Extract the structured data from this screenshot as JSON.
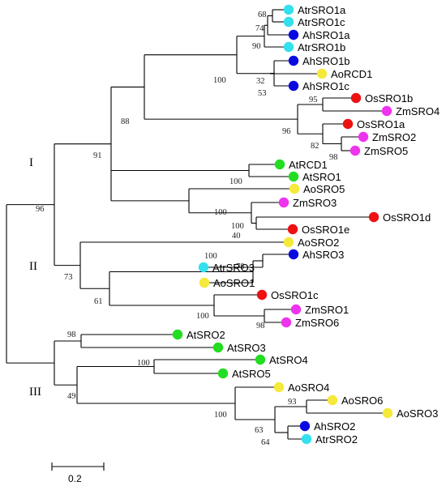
{
  "colors": {
    "At": "#22dd22",
    "Atr": "#33e0ee",
    "Ah": "#0a0ae0",
    "Ao": "#f5e93a",
    "Os": "#ee1111",
    "Zm": "#ee33ee"
  },
  "leaves": [
    {
      "label": "AtrSRO1a",
      "species": "Atr"
    },
    {
      "label": "AtrSRO1c",
      "species": "Atr"
    },
    {
      "label": "AhSRO1a",
      "species": "Ah"
    },
    {
      "label": "AtrSRO1b",
      "species": "Atr"
    },
    {
      "label": "AhSRO1b",
      "species": "Ah"
    },
    {
      "label": "AoRCD1",
      "species": "Ao"
    },
    {
      "label": "AhSRO1c",
      "species": "Ah"
    },
    {
      "label": "OsSRO1b",
      "species": "Os"
    },
    {
      "label": "ZmSRO4",
      "species": "Zm"
    },
    {
      "label": "OsSRO1a",
      "species": "Os"
    },
    {
      "label": "ZmSRO2",
      "species": "Zm"
    },
    {
      "label": "ZmSRO5",
      "species": "Zm"
    },
    {
      "label": "AtRCD1",
      "species": "At"
    },
    {
      "label": "AtSRO1",
      "species": "At"
    },
    {
      "label": "AoSRO5",
      "species": "Ao"
    },
    {
      "label": "ZmSRO3",
      "species": "Zm"
    },
    {
      "label": "OsSRO1d",
      "species": "Os"
    },
    {
      "label": "OsSRO1e",
      "species": "Os"
    },
    {
      "label": "AoSRO2",
      "species": "Ao"
    },
    {
      "label": "AhSRO3",
      "species": "Ah"
    },
    {
      "label": "AtrSRO3",
      "species": "Atr"
    },
    {
      "label": "AoSRO1",
      "species": "Ao"
    },
    {
      "label": "OsSRO1c",
      "species": "Os"
    },
    {
      "label": "ZmSRO1",
      "species": "Zm"
    },
    {
      "label": "ZmSRO6",
      "species": "Zm"
    },
    {
      "label": "AtSRO2",
      "species": "At"
    },
    {
      "label": "AtSRO3",
      "species": "At"
    },
    {
      "label": "AtSRO4",
      "species": "At"
    },
    {
      "label": "AtSRO5",
      "species": "At"
    },
    {
      "label": "AoSRO4",
      "species": "Ao"
    },
    {
      "label": "AoSRO6",
      "species": "Ao"
    },
    {
      "label": "AoSRO3",
      "species": "Ao"
    },
    {
      "label": "AhSRO2",
      "species": "Ah"
    },
    {
      "label": "AtrSRO2",
      "species": "Atr"
    }
  ],
  "support_values": [
    "68",
    "74",
    "90",
    "100",
    "32",
    "53",
    "95",
    "96",
    "82",
    "98",
    "88",
    "100",
    "91",
    "100",
    "100",
    "40",
    "96",
    "100",
    "78",
    "73",
    "61",
    "100",
    "98",
    "98",
    "100",
    "49",
    "93",
    "100",
    "63",
    "64"
  ],
  "clades": [
    "I",
    "II",
    "III"
  ],
  "scale_bar": {
    "label": "0.2"
  }
}
